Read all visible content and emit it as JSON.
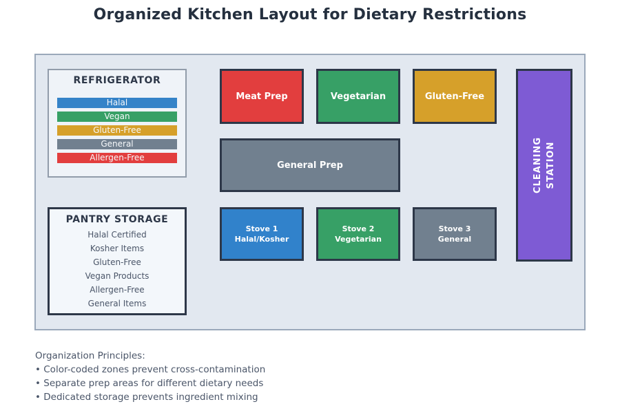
{
  "page": {
    "title": "Organized Kitchen Layout for Dietary Restrictions"
  },
  "colors": {
    "panel_bg": "#e2e8f0",
    "panel_border": "#9aa8ba",
    "outline_dark": "#2d3748",
    "halal_blue": "#3583c8",
    "stove_blue": "#3182cb",
    "vegan_green": "#37a066",
    "gluten_gold": "#d6a02a",
    "general_slate": "#71808f",
    "allergen_red": "#e23e3e",
    "cleaning_purple": "#7e5bd4"
  },
  "refrigerator": {
    "title": "REFRIGERATOR",
    "shelves": [
      {
        "label": "Halal",
        "color": "#3583c8"
      },
      {
        "label": "Vegan",
        "color": "#37a066"
      },
      {
        "label": "Gluten-Free",
        "color": "#d6a02a"
      },
      {
        "label": "General",
        "color": "#71808f"
      },
      {
        "label": "Allergen-Free",
        "color": "#e23e3e"
      }
    ]
  },
  "pantry": {
    "title": "PANTRY STORAGE",
    "items": [
      "Halal Certified",
      "Kosher Items",
      "Gluten-Free",
      "Vegan Products",
      "Allergen-Free",
      "General Items"
    ]
  },
  "prep_areas": [
    {
      "label": "Meat Prep",
      "color": "#e23e3e"
    },
    {
      "label": "Vegetarian",
      "color": "#37a066"
    },
    {
      "label": "Gluten-Free",
      "color": "#d6a02a"
    }
  ],
  "general_prep": {
    "label": "General Prep",
    "color": "#71808f"
  },
  "stoves": [
    {
      "line1": "Stove 1",
      "line2": "Halal/Kosher",
      "color": "#3182cb"
    },
    {
      "line1": "Stove 2",
      "line2": "Vegetarian",
      "color": "#37a066"
    },
    {
      "line1": "Stove 3",
      "line2": "General",
      "color": "#71808f"
    }
  ],
  "cleaning_station": {
    "line1": "CLEANING",
    "line2": "STATION",
    "color": "#7e5bd4"
  },
  "principles": {
    "heading": "Organization Principles:",
    "bullets": [
      "• Color-coded zones prevent cross-contamination",
      "• Separate prep areas for different dietary needs",
      "• Dedicated storage prevents ingredient mixing"
    ]
  }
}
